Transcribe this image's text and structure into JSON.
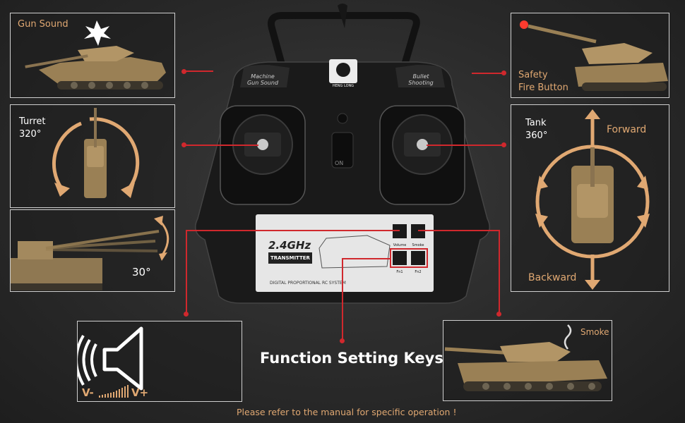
{
  "panels": {
    "gun_sound": {
      "label": "Gun Sound"
    },
    "turret": {
      "label_line1": "Turret",
      "label_line2": "320°"
    },
    "elevation": {
      "label": "30°"
    },
    "safety": {
      "label_line1": "Safety",
      "label_line2": "Fire Button"
    },
    "tank": {
      "label_line1": "Tank",
      "label_line2": "360°",
      "forward": "Forward",
      "backward": "Backward"
    },
    "volume": {
      "v_minus": "V-",
      "v_plus": "V+"
    },
    "smoke": {
      "label": "Smoke"
    }
  },
  "remote": {
    "left_button": "Machine Gun Sound",
    "right_button": "Bullet Shooting",
    "brand": "HENG LONG",
    "frequency": "2.4GHz",
    "transmitter": "TRANSMITTER",
    "system": "DIGITAL PROPORTIONAL RC SYSTEM",
    "switch_on": "ON",
    "keys": [
      "Volume",
      "Smoke",
      "Fn1",
      "Fn2"
    ]
  },
  "center_title": "Function Setting Keys",
  "footer": "Please refer to the manual for specific operation !",
  "colors": {
    "accent": "#d0282d",
    "tan": "#e0a872",
    "frame": "#cfcfcf"
  }
}
